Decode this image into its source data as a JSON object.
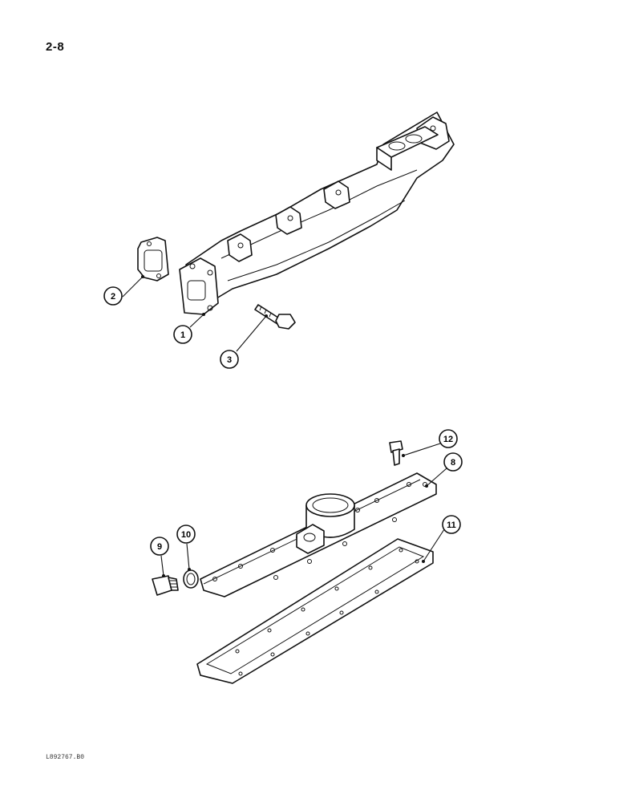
{
  "page": {
    "number": "2-8",
    "figure_code": "L892767.B0"
  },
  "callouts": [
    {
      "id": "c1",
      "label": "1"
    },
    {
      "id": "c2",
      "label": "2"
    },
    {
      "id": "c3",
      "label": "3"
    },
    {
      "id": "c8",
      "label": "8"
    },
    {
      "id": "c9",
      "label": "9"
    },
    {
      "id": "c10",
      "label": "10"
    },
    {
      "id": "c11",
      "label": "11"
    },
    {
      "id": "c12",
      "label": "12"
    }
  ],
  "colors": {
    "ink": "#111111",
    "paper": "#ffffff"
  }
}
